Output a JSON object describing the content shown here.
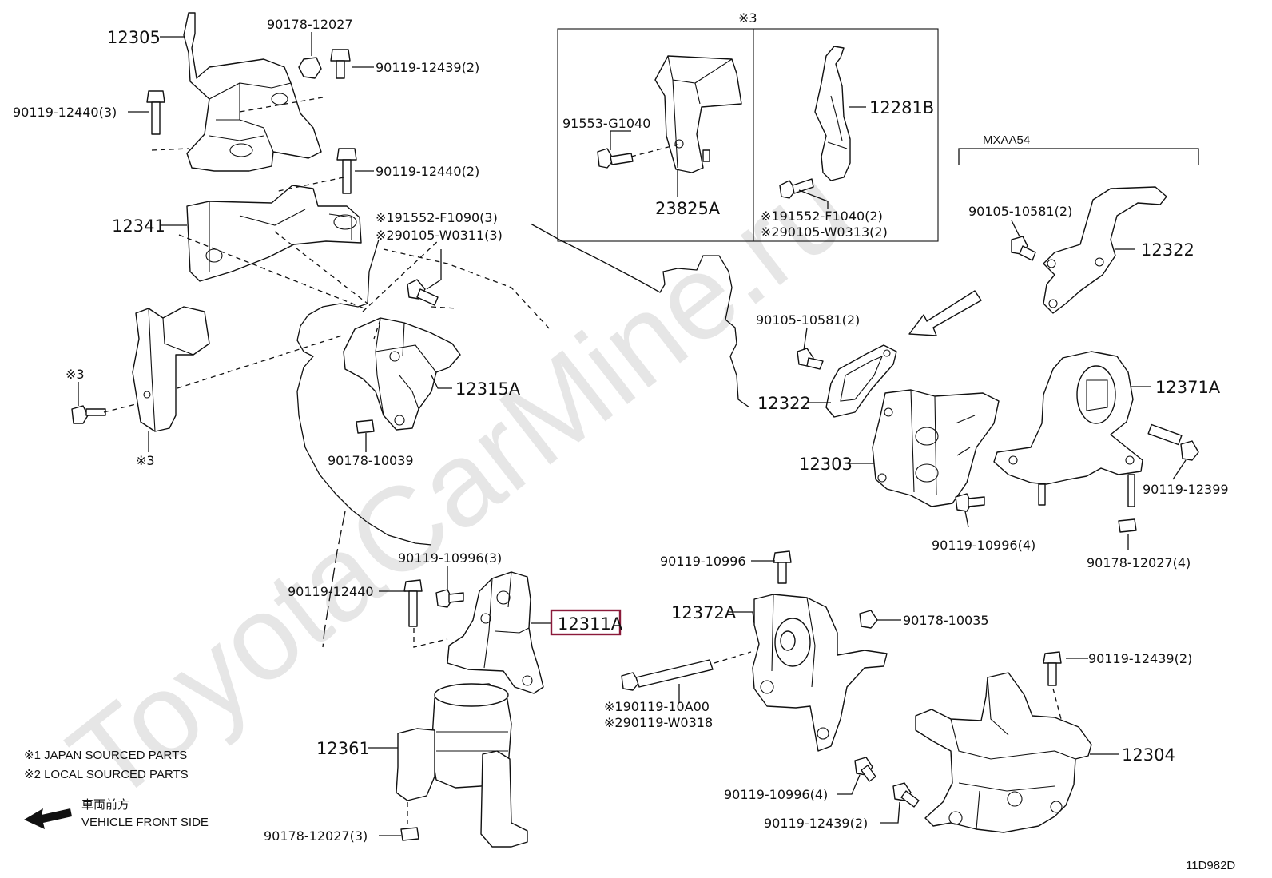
{
  "watermark": "ToyotaCarMine.ru",
  "diagram_code": "11D982D",
  "group_label": "MXAA54",
  "note_mark": "※3",
  "highlight_color": "#8b1a3a",
  "labels": {
    "p12305": "12305",
    "p90178_12027": "90178-12027",
    "p90119_12439_2": "90119-12439(2)",
    "p90119_12440_3": "90119-12440(3)",
    "p90119_12440_2": "90119-12440(2)",
    "p12341": "12341",
    "p191552_F1090": "※191552-F1090(3)",
    "p290105_W0311": "※290105-W0311(3)",
    "p12315A": "12315A",
    "p90178_10039": "90178-10039",
    "p_note3_bolt": "※3",
    "p_note3_bracket": "※3",
    "p91553_G1040": "91553-G1040",
    "p23825A": "23825A",
    "p12281B": "12281B",
    "p191552_F1040": "※191552-F1040(2)",
    "p290105_W0313": "※290105-W0313(2)",
    "p90105_10581_top": "90105-10581(2)",
    "p12322_top": "12322",
    "p90105_10581_mid": "90105-10581(2)",
    "p12322_mid": "12322",
    "p12303": "12303",
    "p12371A": "12371A",
    "p90119_12399": "90119-12399",
    "p90119_10996_4a": "90119-10996(4)",
    "p90178_12027_4": "90178-12027(4)",
    "p90119_10996_3": "90119-10996(3)",
    "p90119_12440": "90119-12440",
    "p12311A": "12311A",
    "p12361": "12361",
    "p90178_12027_3": "90178-12027(3)",
    "p90119_10996": "90119-10996",
    "p12372A": "12372A",
    "p90178_10035": "90178-10035",
    "p190119_10A00": "※190119-10A00",
    "p290119_W0318": "※290119-W0318",
    "p90119_10996_4b": "90119-10996(4)",
    "p90119_12439_2b": "90119-12439(2)",
    "p90119_12439_2c": "90119-12439(2)",
    "p12304": "12304"
  },
  "legend": {
    "note1": "※1 JAPAN SOURCED PARTS",
    "note2": "※2 LOCAL SOURCED PARTS",
    "direction_jp": "車両前方",
    "direction_en": "VEHICLE FRONT SIDE"
  }
}
